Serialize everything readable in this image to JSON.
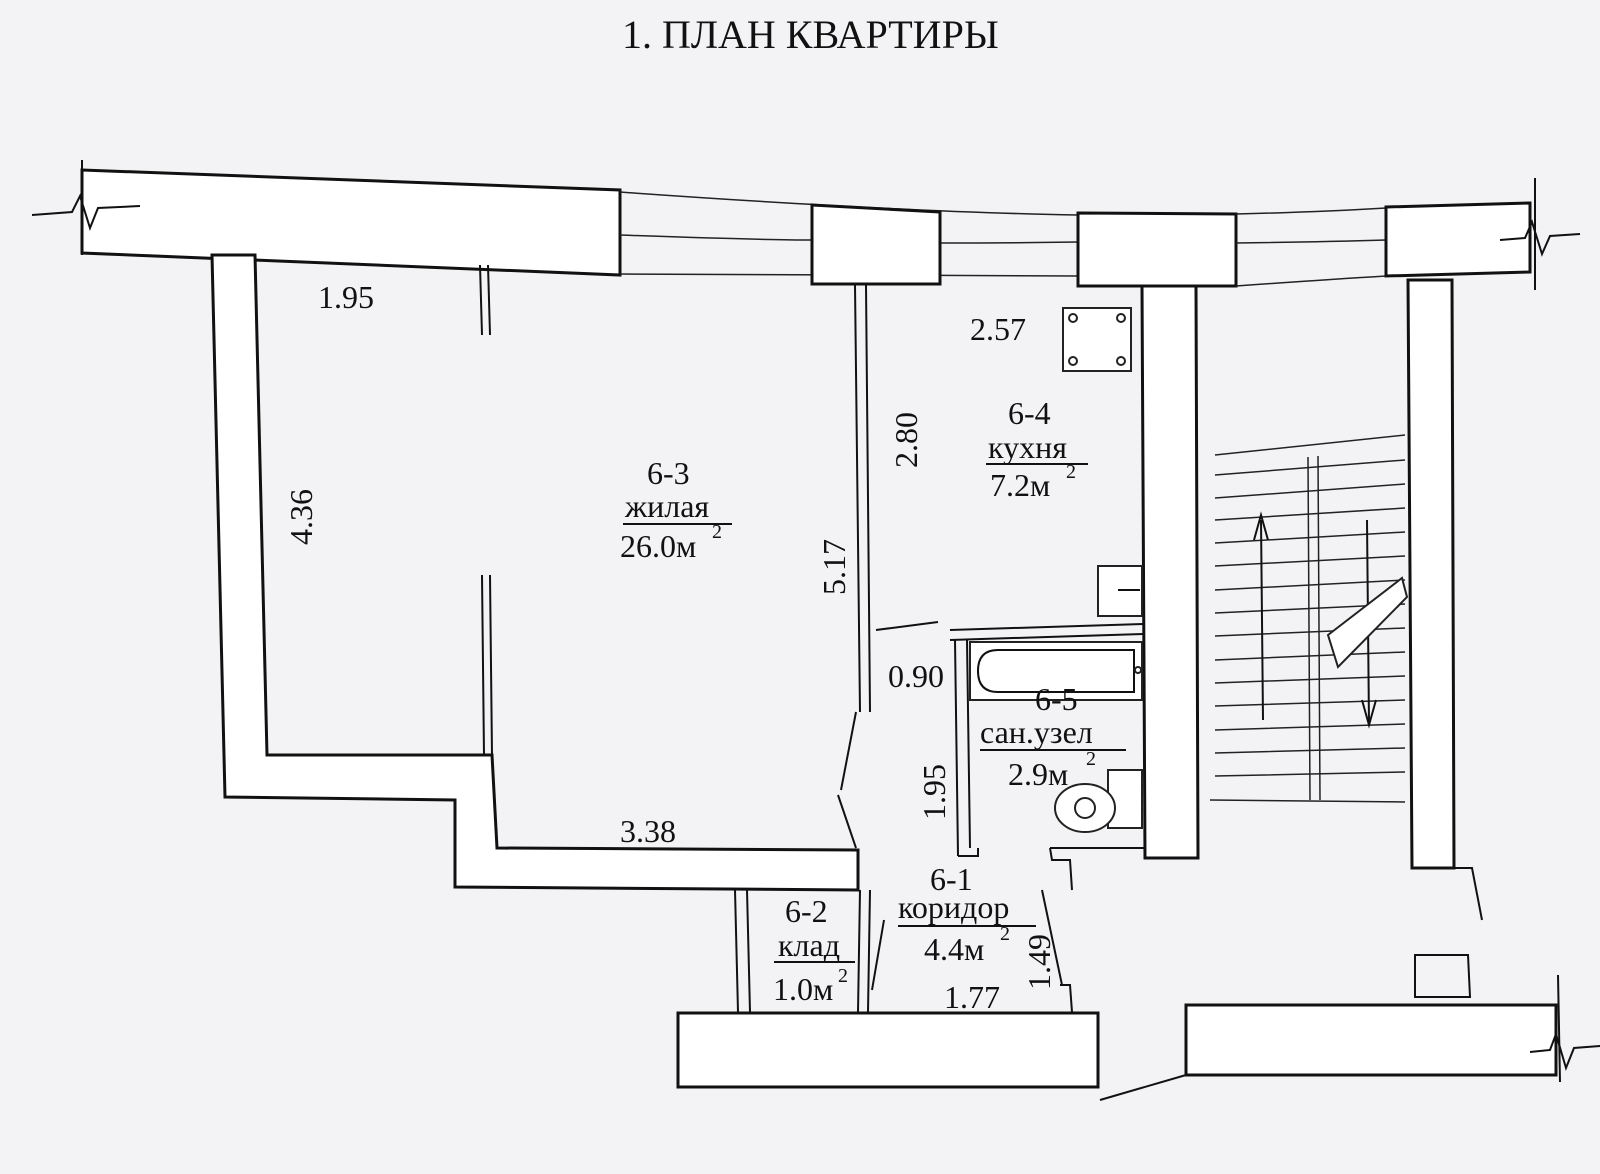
{
  "title": "1. ПЛАН КВАРТИРЫ",
  "rooms": [
    {
      "id": "6-3",
      "name": "жилая",
      "area": "26.0м",
      "area_exp": "2"
    },
    {
      "id": "6-4",
      "name": "кухня",
      "area": "7.2м",
      "area_exp": "2"
    },
    {
      "id": "6-5",
      "name": "сан.узел",
      "area": "2.9м",
      "area_exp": "2"
    },
    {
      "id": "6-1",
      "name": "коридор",
      "area": "4.4м",
      "area_exp": "2"
    },
    {
      "id": "6-2",
      "name": "клад",
      "area": "1.0м",
      "area_exp": "2"
    }
  ],
  "dimensions": {
    "living_top": "1.95",
    "living_left": "4.36",
    "living_bottom": "3.38",
    "living_right": "5.17",
    "kitchen_top": "2.57",
    "kitchen_left": "2.80",
    "bath_top": "0.90",
    "bath_left": "1.95",
    "corridor_bottom": "1.77",
    "corridor_right": "1.49"
  }
}
